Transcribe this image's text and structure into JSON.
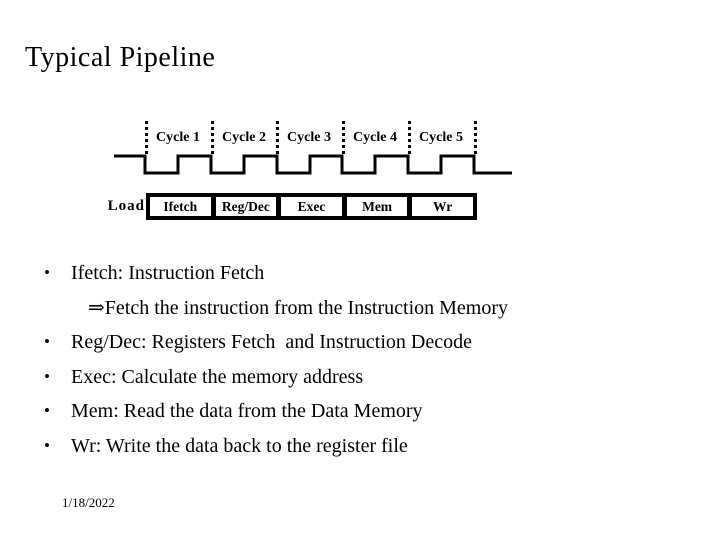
{
  "slide": {
    "title": "Typical Pipeline",
    "footer_date": "1/18/2022",
    "background_color": "#ffffff",
    "ink_color": "#000000"
  },
  "diagram": {
    "load_label": "Load",
    "cycles": [
      "Cycle 1",
      "Cycle 2",
      "Cycle 3",
      "Cycle 4",
      "Cycle 5"
    ],
    "stages": [
      "Ifetch",
      "Reg/Dec",
      "Exec",
      "Mem",
      "Wr"
    ],
    "waveform": "clock signal, falls at each cycle boundary, rises at mid-cycle"
  },
  "list": {
    "bullet_char": "•",
    "arrow_char": "⇒",
    "items": [
      {
        "indent": false,
        "text": "Ifetch: Instruction Fetch"
      },
      {
        "indent": true,
        "text": "Fetch the instruction from the Instruction Memory"
      },
      {
        "indent": false,
        "text": "Reg/Dec: Registers Fetch  and Instruction Decode"
      },
      {
        "indent": false,
        "text": "Exec: Calculate the memory address"
      },
      {
        "indent": false,
        "text": "Mem: Read the data from the Data Memory"
      },
      {
        "indent": false,
        "text": "Wr: Write the data back to the register file"
      }
    ]
  }
}
